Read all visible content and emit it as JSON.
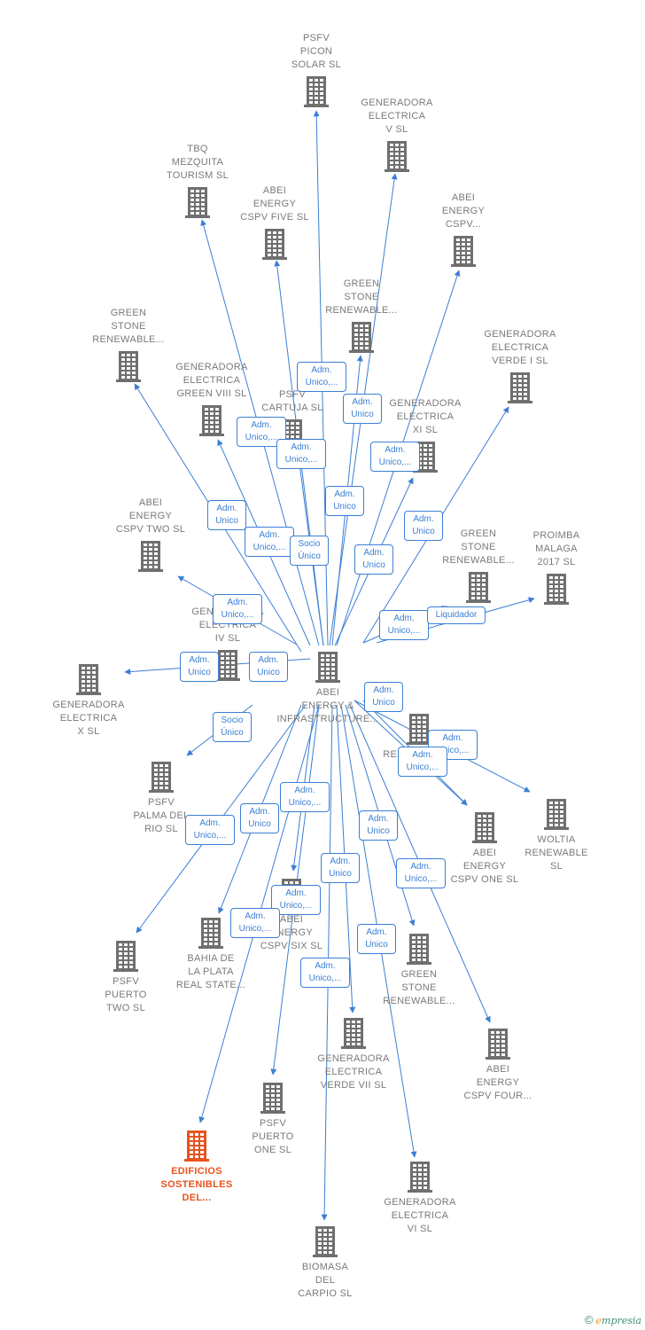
{
  "colors": {
    "edge": "#3b7fd4",
    "building": "#6f6f6f",
    "building_highlight": "#e8531f",
    "label": "#7a7a7a"
  },
  "nodes": [
    {
      "id": "center",
      "label": "ABEI\nENERGY &\nINFRASTRUCTURE...",
      "icon": "building-icon"
    },
    {
      "id": "picon",
      "label": "PSFV\nPICON\nSOLAR  SL",
      "icon": "building-icon"
    },
    {
      "id": "gen_v",
      "label": "GENERADORA\nELECTRICA\nV  SL",
      "icon": "building-icon"
    },
    {
      "id": "tbq",
      "label": "TBQ\nMEZQUITA\nTOURISM  SL",
      "icon": "building-icon"
    },
    {
      "id": "abei_five",
      "label": "ABEI\nENERGY\nCSPV FIVE  SL",
      "icon": "building-icon"
    },
    {
      "id": "abei_cspv",
      "label": "ABEI\nENERGY\nCSPV...",
      "icon": "building-icon"
    },
    {
      "id": "gs_top",
      "label": "GREEN\nSTONE\nRENEWABLE...",
      "icon": "building-icon"
    },
    {
      "id": "gs_left",
      "label": "GREEN\nSTONE\nRENEWABLE...",
      "icon": "building-icon"
    },
    {
      "id": "gen_verde_i",
      "label": "GENERADORA\nELECTRICA\nVERDE I  SL",
      "icon": "building-icon"
    },
    {
      "id": "gen_green_viii",
      "label": "GENERADORA\nELECTRICA\nGREEN VIII  SL",
      "icon": "building-icon"
    },
    {
      "id": "cartuja",
      "label": "PSFV\nCARTUJA  SL",
      "icon": "building-icon"
    },
    {
      "id": "gen_xi",
      "label": "GENERADORA\nELECTRICA\nXI  SL",
      "icon": "building-icon"
    },
    {
      "id": "abei_two",
      "label": "ABEI\nENERGY\nCSPV TWO  SL",
      "icon": "building-icon"
    },
    {
      "id": "gs_right",
      "label": "GREEN\nSTONE\nRENEWABLE...",
      "icon": "building-icon"
    },
    {
      "id": "proimba",
      "label": "PROIMBA\nMALAGA\n2017  SL",
      "icon": "building-icon"
    },
    {
      "id": "gen_iv",
      "label": "GENERADORA\nELECTRICA\nIV  SL",
      "icon": "building-icon"
    },
    {
      "id": "gen_x",
      "label": "GENERADORA\nELECTRICA\nX  SL",
      "icon": "building-icon"
    },
    {
      "id": "renewable_mid",
      "label": "RENEWABLE...",
      "icon": "building-icon"
    },
    {
      "id": "woltia",
      "label": "WOLTIA\nRENEWABLE\nSL",
      "icon": "building-icon"
    },
    {
      "id": "palma",
      "label": "PSFV\nPALMA DEL\nRIO  SL",
      "icon": "building-icon"
    },
    {
      "id": "abei_one",
      "label": "ABEI\nENERGY\nCSPV ONE  SL",
      "icon": "building-icon"
    },
    {
      "id": "abei_six",
      "label": "ABEI\nENERGY\nCSPV SIX  SL",
      "icon": "building-icon"
    },
    {
      "id": "bahia",
      "label": "BAHIA DE\nLA PLATA\nREAL STATE...",
      "icon": "building-icon"
    },
    {
      "id": "puerto_two",
      "label": "PSFV\nPUERTO\nTWO  SL",
      "icon": "building-icon"
    },
    {
      "id": "gs_bottom",
      "label": "GREEN\nSTONE\nRENEWABLE...",
      "icon": "building-icon"
    },
    {
      "id": "gen_verde_vii",
      "label": "GENERADORA\nELECTRICA\nVERDE VII  SL",
      "icon": "building-icon"
    },
    {
      "id": "abei_four",
      "label": "ABEI\nENERGY\nCSPV FOUR...",
      "icon": "building-icon"
    },
    {
      "id": "puerto_one",
      "label": "PSFV\nPUERTO\nONE  SL",
      "icon": "building-icon"
    },
    {
      "id": "edificios",
      "label": "EDIFICIOS\nSOSTENIBLES\nDEL...",
      "icon": "building-icon",
      "highlight": true
    },
    {
      "id": "gen_vi",
      "label": "GENERADORA\nELECTRICA\nVI  SL",
      "icon": "building-icon"
    },
    {
      "id": "biomasa",
      "label": "BIOMASA\nDEL\nCARPIO  SL",
      "icon": "building-icon"
    }
  ],
  "relations": [
    {
      "id": "r_picon",
      "text": "Adm.\nUnico,..."
    },
    {
      "id": "r_gen_v",
      "text": "Adm.\nUnico"
    },
    {
      "id": "r_tbq",
      "text": "Adm.\nUnico,..."
    },
    {
      "id": "r_five",
      "text": "Adm.\nUnico,..."
    },
    {
      "id": "r_gen_xi",
      "text": "Adm.\nUnico,..."
    },
    {
      "id": "r_gs_top",
      "text": "Adm.\nUnico"
    },
    {
      "id": "r_gs_left",
      "text": "Adm.\nUnico"
    },
    {
      "id": "r_green_viii",
      "text": "Adm.\nUnico,..."
    },
    {
      "id": "r_cartuja",
      "text": "Socio\nÚnico"
    },
    {
      "id": "r_abei_cspv",
      "text": "Adm.\nUnico"
    },
    {
      "id": "r_verde_i",
      "text": "Adm.\nUnico"
    },
    {
      "id": "r_abei_two",
      "text": "Adm.\nUnico,..."
    },
    {
      "id": "r_gs_right",
      "text": "Adm.\nUnico,..."
    },
    {
      "id": "r_proimba",
      "text": "Liquidador"
    },
    {
      "id": "r_gen_x",
      "text": "Adm.\nUnico"
    },
    {
      "id": "r_gen_iv",
      "text": "Adm.\nUnico"
    },
    {
      "id": "r_palma",
      "text": "Socio\nÚnico"
    },
    {
      "id": "r_renewable_mid",
      "text": "Adm.\nUnico"
    },
    {
      "id": "r_woltia",
      "text": "Adm.\nUnico,..."
    },
    {
      "id": "r_abei_one",
      "text": "Adm.\nUnico,..."
    },
    {
      "id": "r_edificios",
      "text": "Adm.\nUnico,..."
    },
    {
      "id": "r_puerto_two",
      "text": "Adm.\nUnico,..."
    },
    {
      "id": "r_bahia",
      "text": "Adm.\nUnico"
    },
    {
      "id": "r_abei_six",
      "text": "Adm.\nUnico,..."
    },
    {
      "id": "r_verde_vii",
      "text": "Adm.\nUnico"
    },
    {
      "id": "r_gs_bottom",
      "text": "Adm.\nUnico"
    },
    {
      "id": "r_abei_four",
      "text": "Adm.\nUnico,..."
    },
    {
      "id": "r_puerto_one",
      "text": "Adm.\nUnico,..."
    },
    {
      "id": "r_gen_vi",
      "text": "Adm.\nUnico"
    },
    {
      "id": "r_biomasa",
      "text": "Adm.\nUnico,..."
    }
  ],
  "footer": {
    "copyright": "©",
    "brand_e": "e",
    "brand_rest": "mpresia"
  }
}
